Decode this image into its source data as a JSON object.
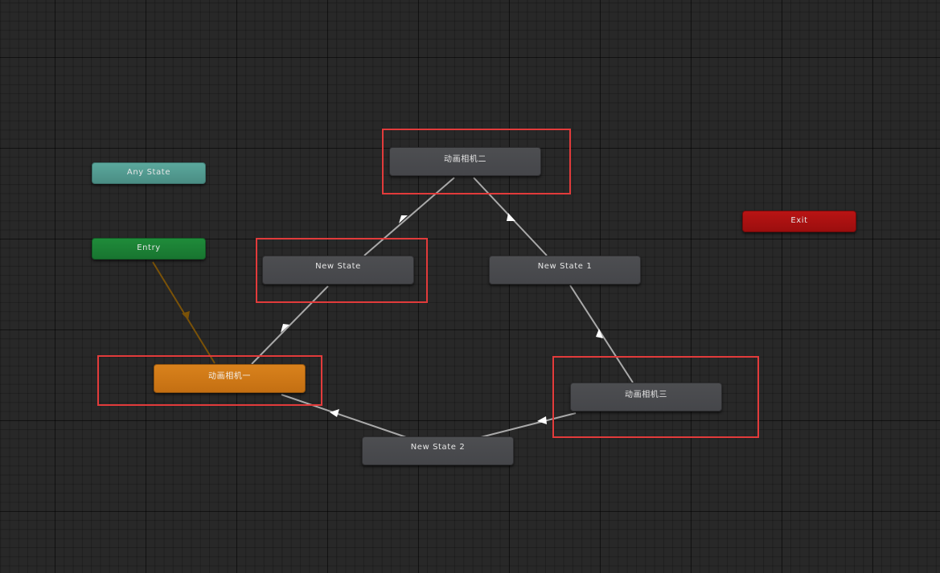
{
  "window": {
    "title": "Animator"
  },
  "colors": {
    "background": "#282828",
    "state_node": "#48494c",
    "any_state": "#52998f",
    "entry": "#1b8034",
    "exit": "#a81111",
    "default_state": "#cf7817",
    "transition_line": "#a9a9a9",
    "entry_transition": "#8a5a0a",
    "highlight_box": "#e23b3b"
  },
  "nodes": {
    "any_state": "Any State",
    "entry": "Entry",
    "exit": "Exit",
    "cam1": "动画相机一",
    "cam2": "动画相机二",
    "cam3": "动画相机三",
    "new_state": "New State",
    "new_state_1": "New State 1",
    "new_state_2": "New State 2"
  }
}
